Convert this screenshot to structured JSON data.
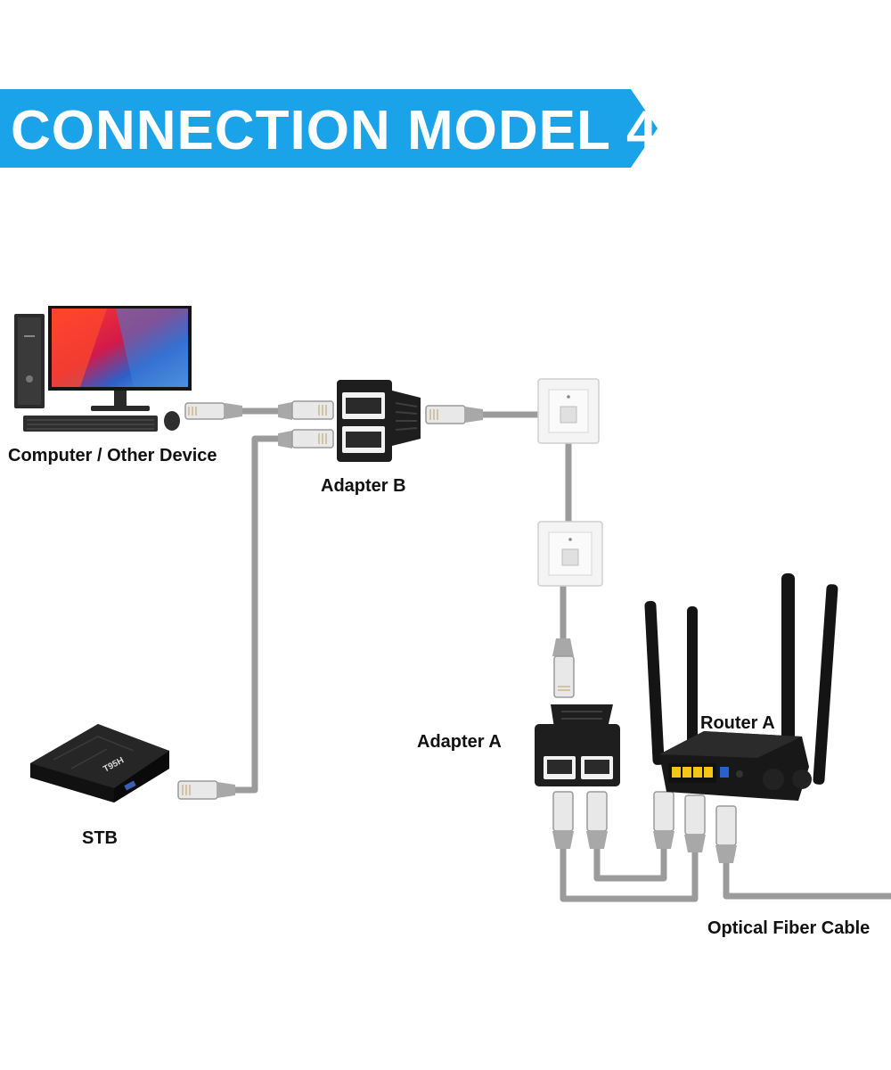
{
  "header": {
    "title": "CONNECTION MODEL 4",
    "color": "#1aa3e8"
  },
  "labels": {
    "computer": "Computer / Other Device",
    "adapter_b": "Adapter B",
    "stb": "STB",
    "adapter_a": "Adapter A",
    "router_a": "Router A",
    "fiber": "Optical Fiber Cable"
  },
  "stb_brand": "T95H",
  "colors": {
    "cable": "#9b9b9b",
    "adapter": "#1e1e1e",
    "router_port": "#f5c518",
    "router_wan_port": "#2a5fd0"
  }
}
